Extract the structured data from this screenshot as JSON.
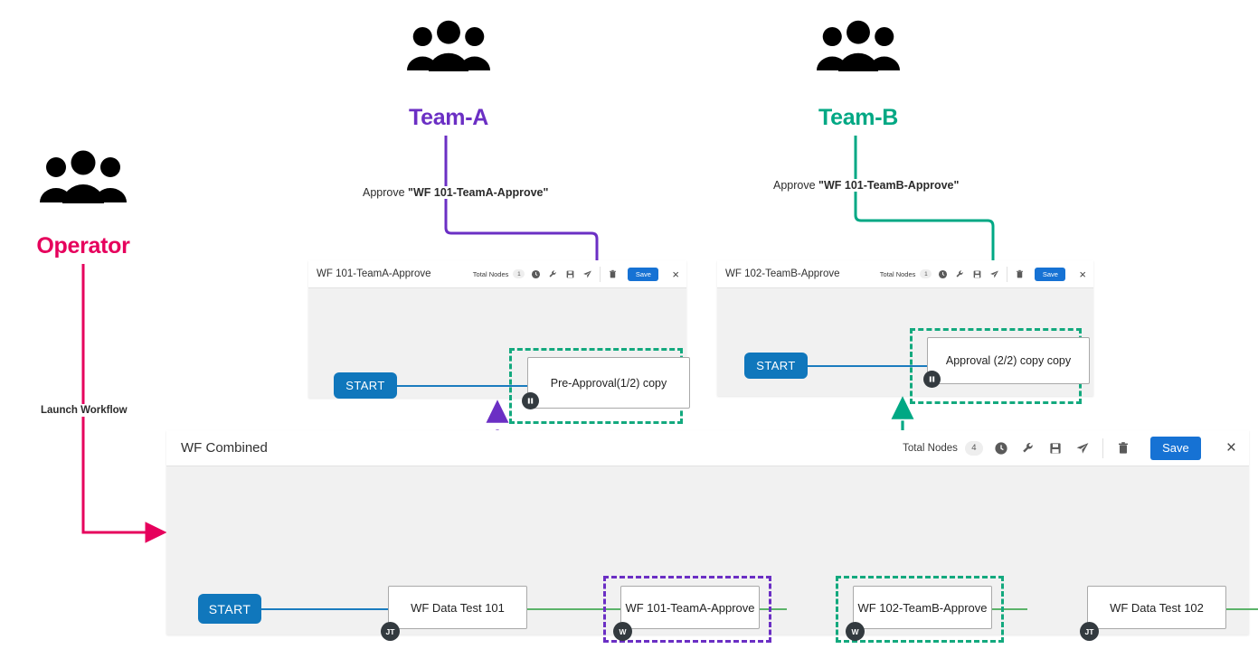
{
  "colors": {
    "operator": "#e6005c",
    "team_a": "#6b2fc4",
    "team_b": "#00a884",
    "start_node": "#1077bc",
    "save_button": "#1672d4",
    "flow_blue": "#1b7cbf",
    "flow_green": "#5cb36a",
    "canvas_bg": "#f1f1f1"
  },
  "actors": [
    {
      "id": "operator",
      "label": "Operator",
      "icon": "people-group-icon",
      "color": "#e6005c",
      "edge_label_plain": "Launch Workflow",
      "edge_label_quoted": ""
    },
    {
      "id": "team-a",
      "label": "Team-A",
      "icon": "people-group-icon",
      "color": "#6b2fc4",
      "edge_label_plain": "Approve ",
      "edge_label_quoted": "\"WF 101-TeamA-Approve\""
    },
    {
      "id": "team-b",
      "label": "Team-B",
      "icon": "people-group-icon",
      "color": "#00a884",
      "edge_label_plain": "Approve ",
      "edge_label_quoted": "\"WF 101-TeamB-Approve\""
    }
  ],
  "panels": [
    {
      "id": "teama-panel",
      "title": "WF 101-TeamA-Approve",
      "toolbar": {
        "nodes_label": "Total Nodes",
        "nodes_count": "1",
        "icons": [
          "clock-circle-icon",
          "wrench-icon",
          "floppy-disk-icon",
          "paper-plane-icon",
          "trash-icon"
        ],
        "save_label": "Save",
        "close_label": "×"
      },
      "start_label": "START",
      "node_label": "Pre-Approval(1/2) copy",
      "node_badge": "pause-icon",
      "selection_color": "#13a97e"
    },
    {
      "id": "teamb-panel",
      "title": "WF 102-TeamB-Approve",
      "toolbar": {
        "nodes_label": "Total Nodes",
        "nodes_count": "1",
        "icons": [
          "clock-circle-icon",
          "wrench-icon",
          "floppy-disk-icon",
          "paper-plane-icon",
          "trash-icon"
        ],
        "save_label": "Save",
        "close_label": "×"
      },
      "start_label": "START",
      "node_label": "Approval (2/2) copy copy",
      "node_badge": "pause-icon",
      "selection_color": "#13a97e"
    }
  ],
  "main_panel": {
    "id": "combined-panel",
    "title": "WF Combined",
    "toolbar": {
      "nodes_label": "Total Nodes",
      "nodes_count": "4",
      "icons": [
        "clock-circle-icon",
        "wrench-icon",
        "floppy-disk-icon",
        "paper-plane-icon",
        "trash-icon"
      ],
      "save_label": "Save",
      "close_label": "×"
    },
    "start_label": "START",
    "nodes": [
      {
        "label": "WF Data Test 101",
        "badge": "JT",
        "selection": "none"
      },
      {
        "label": "WF 101-TeamA-Approve",
        "badge": "W",
        "selection": "purple"
      },
      {
        "label": "WF 102-TeamB-Approve",
        "badge": "W",
        "selection": "green"
      },
      {
        "label": "WF Data Test 102",
        "badge": "JT",
        "selection": "none"
      }
    ]
  }
}
